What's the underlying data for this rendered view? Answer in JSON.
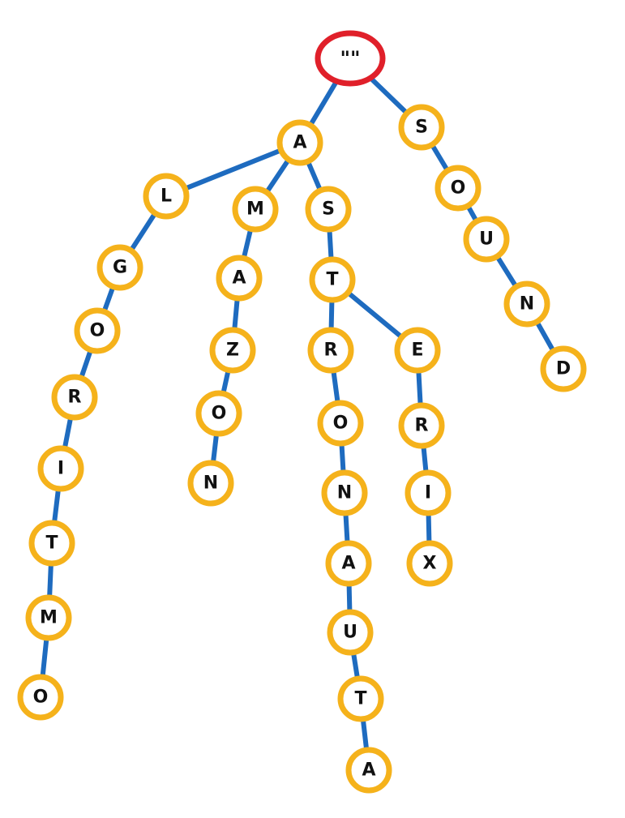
{
  "colors": {
    "edge": "#1e6bbf",
    "node_outline": "#f5b21b",
    "root_outline": "#e0202a",
    "label": "#111111",
    "background": "#ffffff"
  },
  "tree": {
    "root": {
      "label": "\"\"",
      "children": [
        {
          "label": "A",
          "children": [
            {
              "label": "L",
              "children": [
                {
                  "label": "G",
                  "children": [
                    {
                      "label": "O",
                      "children": [
                        {
                          "label": "R",
                          "children": [
                            {
                              "label": "I",
                              "children": [
                                {
                                  "label": "T",
                                  "children": [
                                    {
                                      "label": "M",
                                      "children": [
                                        {
                                          "label": "O",
                                          "children": []
                                        }
                                      ]
                                    }
                                  ]
                                }
                              ]
                            }
                          ]
                        }
                      ]
                    }
                  ]
                }
              ]
            },
            {
              "label": "M",
              "children": [
                {
                  "label": "A",
                  "children": [
                    {
                      "label": "Z",
                      "children": [
                        {
                          "label": "O",
                          "children": [
                            {
                              "label": "N",
                              "children": []
                            }
                          ]
                        }
                      ]
                    }
                  ]
                }
              ]
            },
            {
              "label": "S",
              "children": [
                {
                  "label": "T",
                  "children": [
                    {
                      "label": "R",
                      "children": [
                        {
                          "label": "O",
                          "children": [
                            {
                              "label": "N",
                              "children": [
                                {
                                  "label": "A",
                                  "children": [
                                    {
                                      "label": "U",
                                      "children": [
                                        {
                                          "label": "T",
                                          "children": [
                                            {
                                              "label": "A",
                                              "children": []
                                            }
                                          ]
                                        }
                                      ]
                                    }
                                  ]
                                }
                              ]
                            }
                          ]
                        }
                      ]
                    },
                    {
                      "label": "E",
                      "children": [
                        {
                          "label": "R",
                          "children": [
                            {
                              "label": "I",
                              "children": [
                                {
                                  "label": "X",
                                  "children": []
                                }
                              ]
                            }
                          ]
                        }
                      ]
                    }
                  ]
                }
              ]
            }
          ]
        },
        {
          "label": "S",
          "children": [
            {
              "label": "O",
              "children": [
                {
                  "label": "U",
                  "children": [
                    {
                      "label": "N",
                      "children": [
                        {
                          "label": "D",
                          "children": []
                        }
                      ]
                    }
                  ]
                }
              ]
            }
          ]
        }
      ]
    }
  }
}
